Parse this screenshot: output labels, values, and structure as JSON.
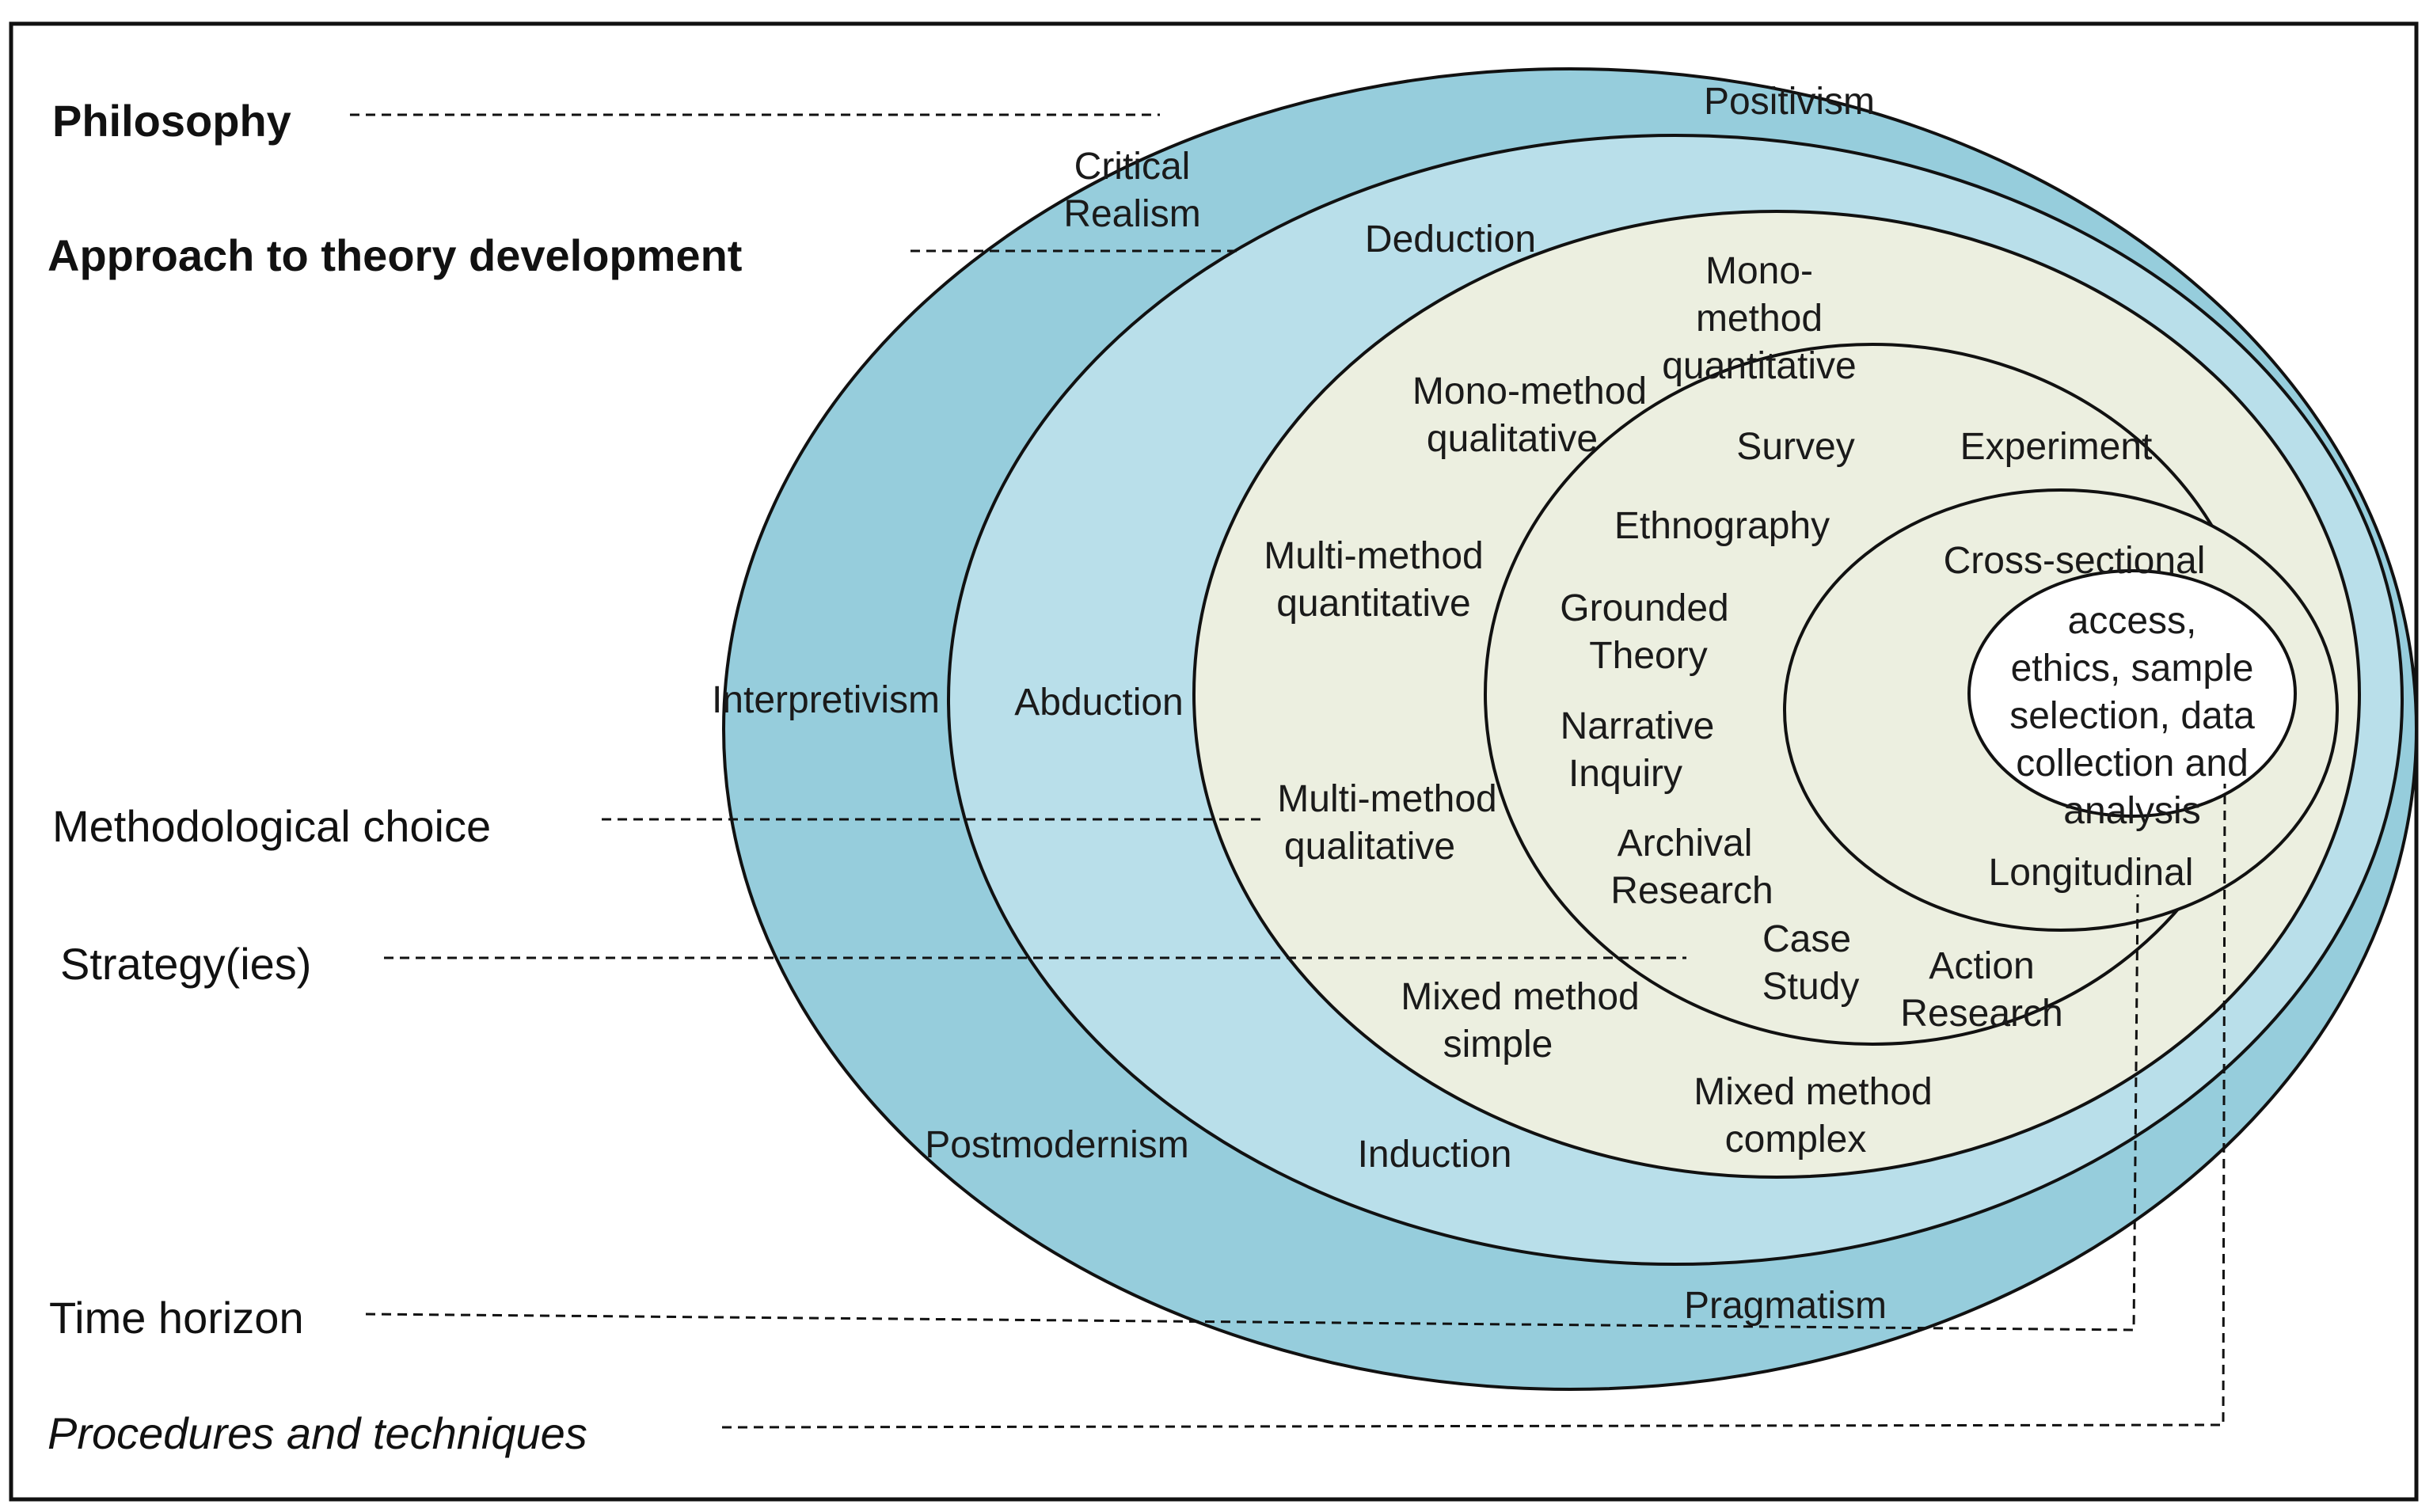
{
  "layers": {
    "philosophy": "Philosophy",
    "approach": "Approach to theory development",
    "methodological_choice": "Methodological choice",
    "strategies": "Strategy(ies)",
    "time_horizon": "Time horizon",
    "procedures": "Procedures and techniques"
  },
  "philosophies": {
    "positivism": "Positivism",
    "critical_realism": [
      "Critical",
      "Realism"
    ],
    "interpretivism": "Interpretivism",
    "postmodernism": "Postmodernism",
    "pragmatism": "Pragmatism"
  },
  "approaches": {
    "deduction": "Deduction",
    "abduction": "Abduction",
    "induction": "Induction"
  },
  "methodological_choices": {
    "mono_quant": [
      "Mono-",
      "method",
      "quantitative"
    ],
    "mono_qual": [
      "Mono-method",
      "qualitative"
    ],
    "multi_quant": [
      "Multi-method",
      "quantitative"
    ],
    "multi_qual": [
      "Multi-method",
      "qualitative"
    ],
    "mixed_simple": [
      "Mixed method",
      "simple"
    ],
    "mixed_complex": [
      "Mixed method",
      "complex"
    ]
  },
  "strategies": {
    "survey": "Survey",
    "experiment": "Experiment",
    "ethnography": "Ethnography",
    "grounded_theory": [
      "Grounded",
      "Theory"
    ],
    "narrative_inquiry": [
      "Narrative",
      "Inquiry"
    ],
    "archival_research": [
      "Archival",
      "Research"
    ],
    "case_study": [
      "Case",
      "Study"
    ],
    "action_research": [
      "Action",
      "Research"
    ]
  },
  "time_horizons": {
    "cross_sectional": "Cross-sectional",
    "longitudinal": "Longitudinal"
  },
  "techniques": [
    "access,",
    "ethics, sample",
    "selection, data",
    "collection and",
    "analysis"
  ],
  "colors": {
    "outer_ring": "#96cddc",
    "second_ring": "#b9dfea",
    "inner_rings": "#ecefe0",
    "core": "#ffffff",
    "outline": "#111111"
  }
}
